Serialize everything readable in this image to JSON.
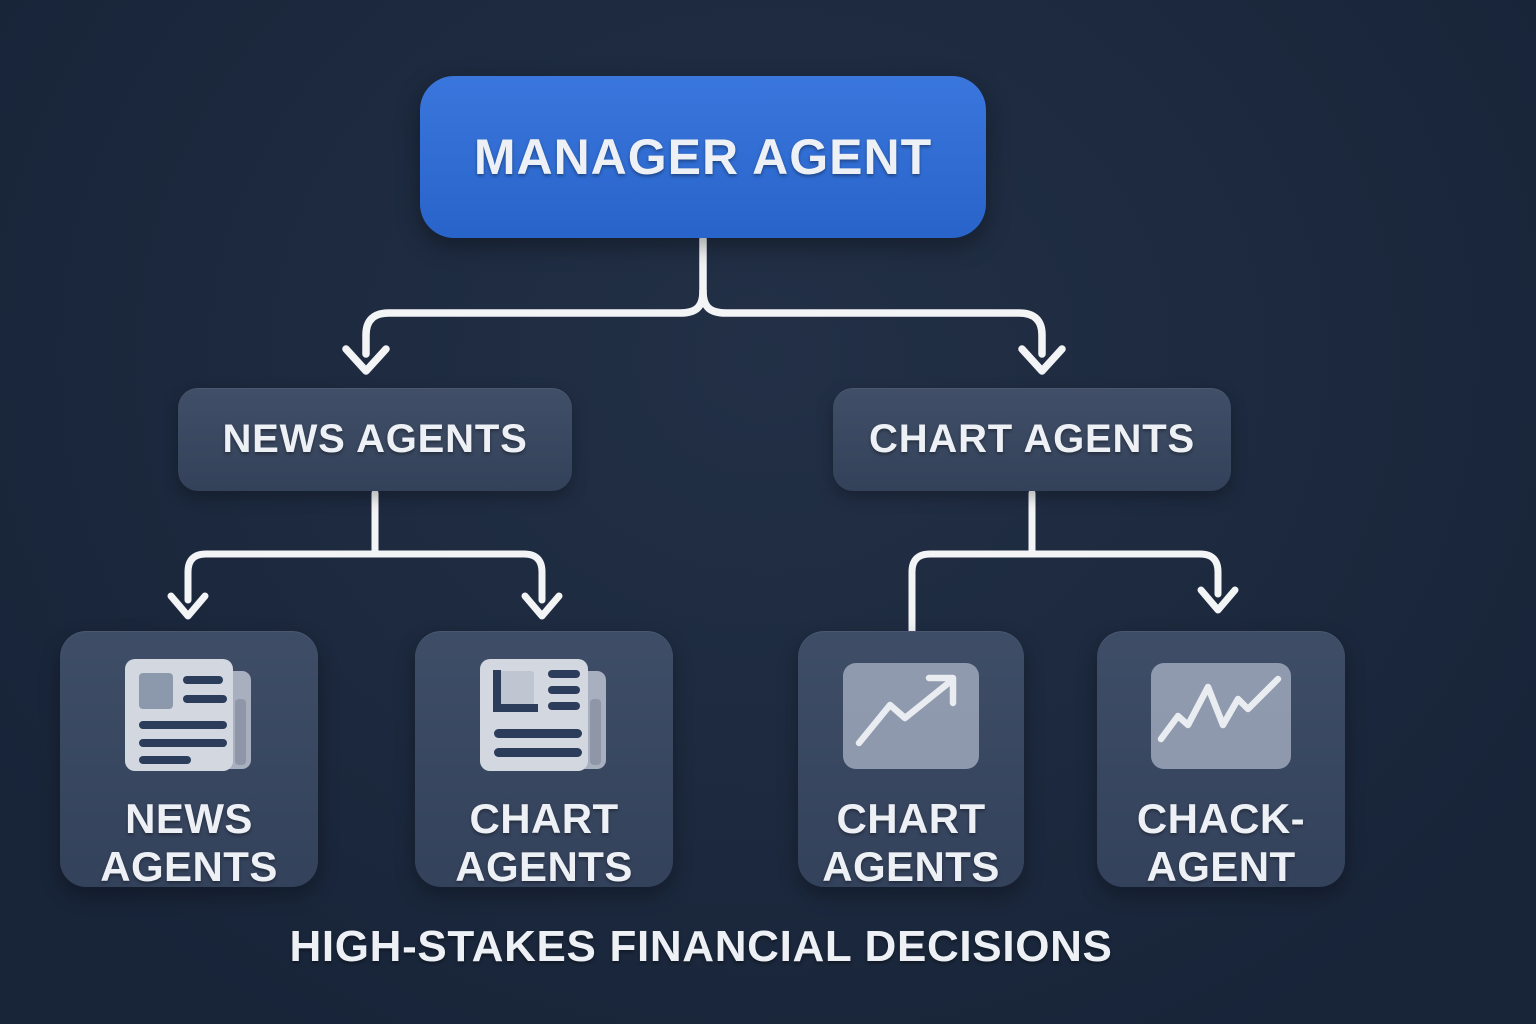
{
  "palette": {
    "background": "#1b2940",
    "manager_bg": "#2b6cda",
    "group_bg": "#36455f",
    "card_bg": "#364560",
    "connector": "#f3f4f6",
    "text_light": "#edf0f5",
    "icon_page": "#d2d7e0",
    "icon_page_back": "#a8b0bf",
    "icon_page_fold": "#8e96a8",
    "icon_block": "#8c98ab",
    "icon_block_light": "#bfc6d1",
    "icon_line": "#2c3d5b",
    "icon_panel": "#97a1b4",
    "icon_stroke": "#e9ecf0"
  },
  "manager": {
    "label": "MANAGER AGENT"
  },
  "groups": [
    {
      "label": "NEWS AGENTS"
    },
    {
      "label": "CHART AGENTS"
    }
  ],
  "leaves": [
    {
      "line1": "NEWS",
      "line2": "AGENTS",
      "icon": "newspaper-icon"
    },
    {
      "line1": "CHART",
      "line2": "AGENTS",
      "icon": "newspaper-icon"
    },
    {
      "line1": "CHART",
      "line2": "AGENTS",
      "icon": "trend-up-chart-icon"
    },
    {
      "line1": "CHACK-",
      "line2": "AGENT",
      "icon": "zigzag-chart-icon"
    }
  ],
  "caption": "HIGH-STAKES FINANCIAL DECISIONS"
}
